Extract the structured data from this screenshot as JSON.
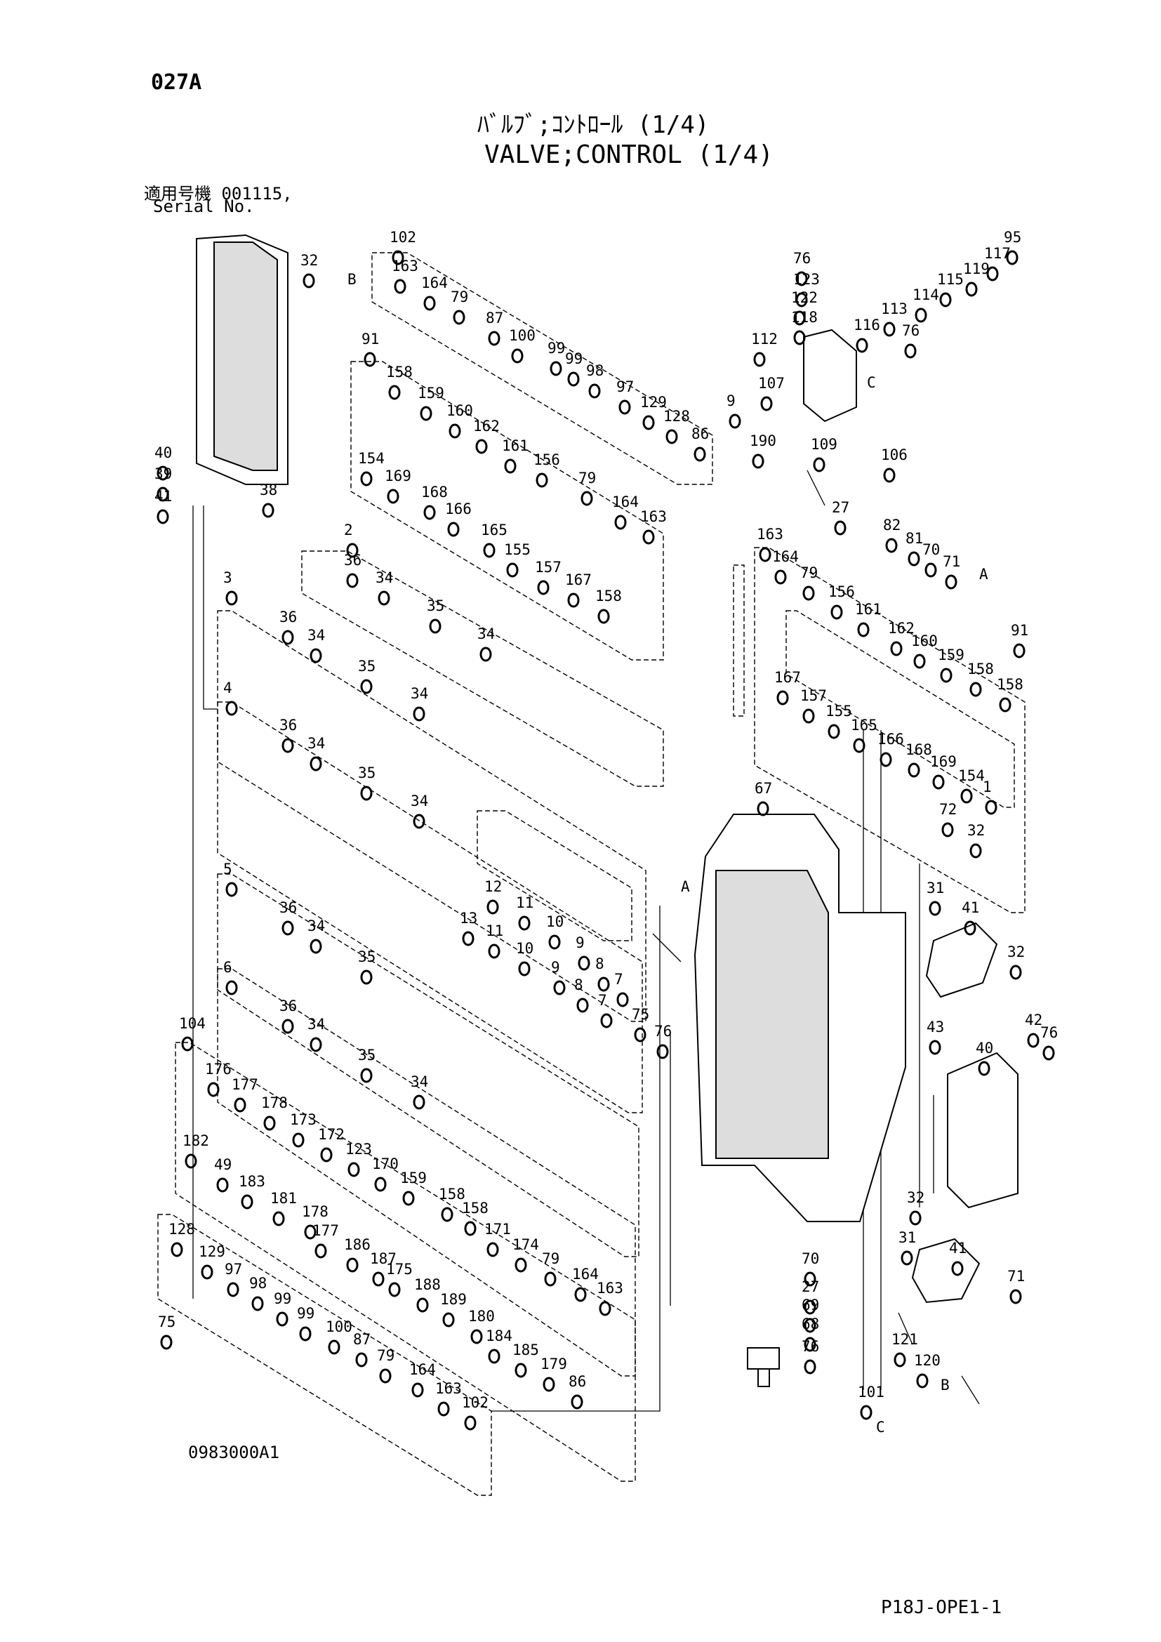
{
  "header": {
    "page_code": "027A",
    "title_ja": "ﾊﾞﾙﾌﾞ;ｺﾝﾄﾛｰﾙ (1/4)",
    "title_en": "VALVE;CONTROL (1/4)",
    "serial_label_ja": "適用号機  001115,",
    "serial_label_en": "Serial No."
  },
  "footer": {
    "drawing_code": "0983000A1",
    "page_ref": "P18J-OPE1-1"
  },
  "callouts": [
    "102",
    "163",
    "B",
    "164",
    "79",
    "87",
    "100",
    "99",
    "99",
    "98",
    "97",
    "129",
    "128",
    "86",
    "91",
    "158",
    "159",
    "160",
    "162",
    "161",
    "156",
    "79",
    "164",
    "163",
    "154",
    "169",
    "168",
    "166",
    "165",
    "155",
    "157",
    "167",
    "158",
    "32",
    "40",
    "39",
    "41",
    "38",
    "2",
    "36",
    "34",
    "35",
    "34",
    "3",
    "36",
    "34",
    "35",
    "34",
    "4",
    "36",
    "34",
    "35",
    "34",
    "12",
    "11",
    "10",
    "9",
    "8",
    "7",
    "5",
    "36",
    "34",
    "35",
    "13",
    "11",
    "10",
    "9",
    "8",
    "7",
    "75",
    "76",
    "6",
    "36",
    "34",
    "35",
    "34",
    "A",
    "104",
    "176",
    "177",
    "178",
    "173",
    "172",
    "123",
    "170",
    "159",
    "158",
    "158",
    "171",
    "174",
    "79",
    "164",
    "163",
    "182",
    "49",
    "183",
    "181",
    "178",
    "177",
    "186",
    "187",
    "175",
    "188",
    "189",
    "180",
    "184",
    "185",
    "179",
    "86",
    "128",
    "129",
    "97",
    "98",
    "99",
    "99",
    "100",
    "87",
    "79",
    "164",
    "163",
    "102",
    "75",
    "76",
    "123",
    "122",
    "118",
    "95",
    "117",
    "119",
    "115",
    "114",
    "113",
    "116",
    "76",
    "C",
    "112",
    "107",
    "9",
    "190",
    "109",
    "106",
    "27",
    "82",
    "81",
    "70",
    "71",
    "A",
    "91",
    "163",
    "164",
    "79",
    "156",
    "161",
    "162",
    "160",
    "159",
    "158",
    "158",
    "167",
    "157",
    "155",
    "165",
    "166",
    "168",
    "169",
    "154",
    "1",
    "67",
    "72",
    "32",
    "31",
    "41",
    "32",
    "43",
    "40",
    "42",
    "76",
    "32",
    "31",
    "41",
    "71",
    "70",
    "27",
    "69",
    "68",
    "76",
    "121",
    "120",
    "B",
    "101",
    "C"
  ]
}
